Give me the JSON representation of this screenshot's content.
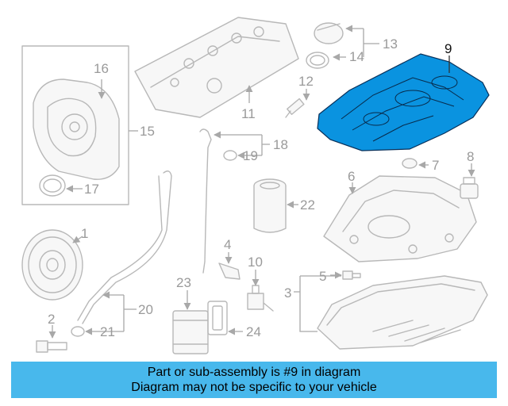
{
  "callouts": {
    "c1": "1",
    "c2": "2",
    "c4": "4",
    "c5": "5",
    "c6": "6",
    "c7": "7",
    "c8": "8",
    "c9": "9",
    "c10": "10",
    "c11": "11",
    "c12": "12",
    "c13": "13",
    "c14": "14",
    "c15": "15",
    "c16": "16",
    "c17": "17",
    "c18": "18",
    "c19": "19",
    "c20": "20",
    "c21": "21",
    "c22": "22",
    "c23": "23",
    "c24": "24",
    "c3": "3"
  },
  "highlight": {
    "part": "9",
    "color": "#0a93e0"
  },
  "banner": {
    "line1": "Part or sub-assembly is #9 in diagram",
    "line2": "Diagram may not be specific to your vehicle",
    "color": "#48b8ec"
  }
}
